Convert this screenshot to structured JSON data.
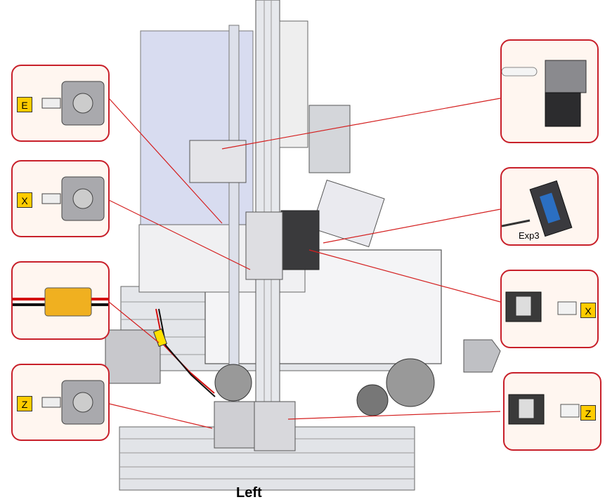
{
  "diagram": {
    "view_label": "Left",
    "callouts": [
      {
        "id": "e-motor",
        "tag": "E"
      },
      {
        "id": "x-motor",
        "tag": "X"
      },
      {
        "id": "power-connector",
        "tag": ""
      },
      {
        "id": "z-motor",
        "tag": "Z"
      },
      {
        "id": "extruder",
        "tag": ""
      },
      {
        "id": "exp3-display",
        "tag": "",
        "label": "Exp3"
      },
      {
        "id": "x-endstop",
        "tag": "X"
      },
      {
        "id": "z-endstop",
        "tag": "Z"
      }
    ],
    "colors": {
      "callout_border": "#c8202a",
      "callout_fill": "#fff6f0",
      "tag_fill": "#ffcc00",
      "leader_line": "#d42020",
      "frame_panel": "#d8dcf0",
      "extrusion": "#c8ccd4"
    }
  }
}
